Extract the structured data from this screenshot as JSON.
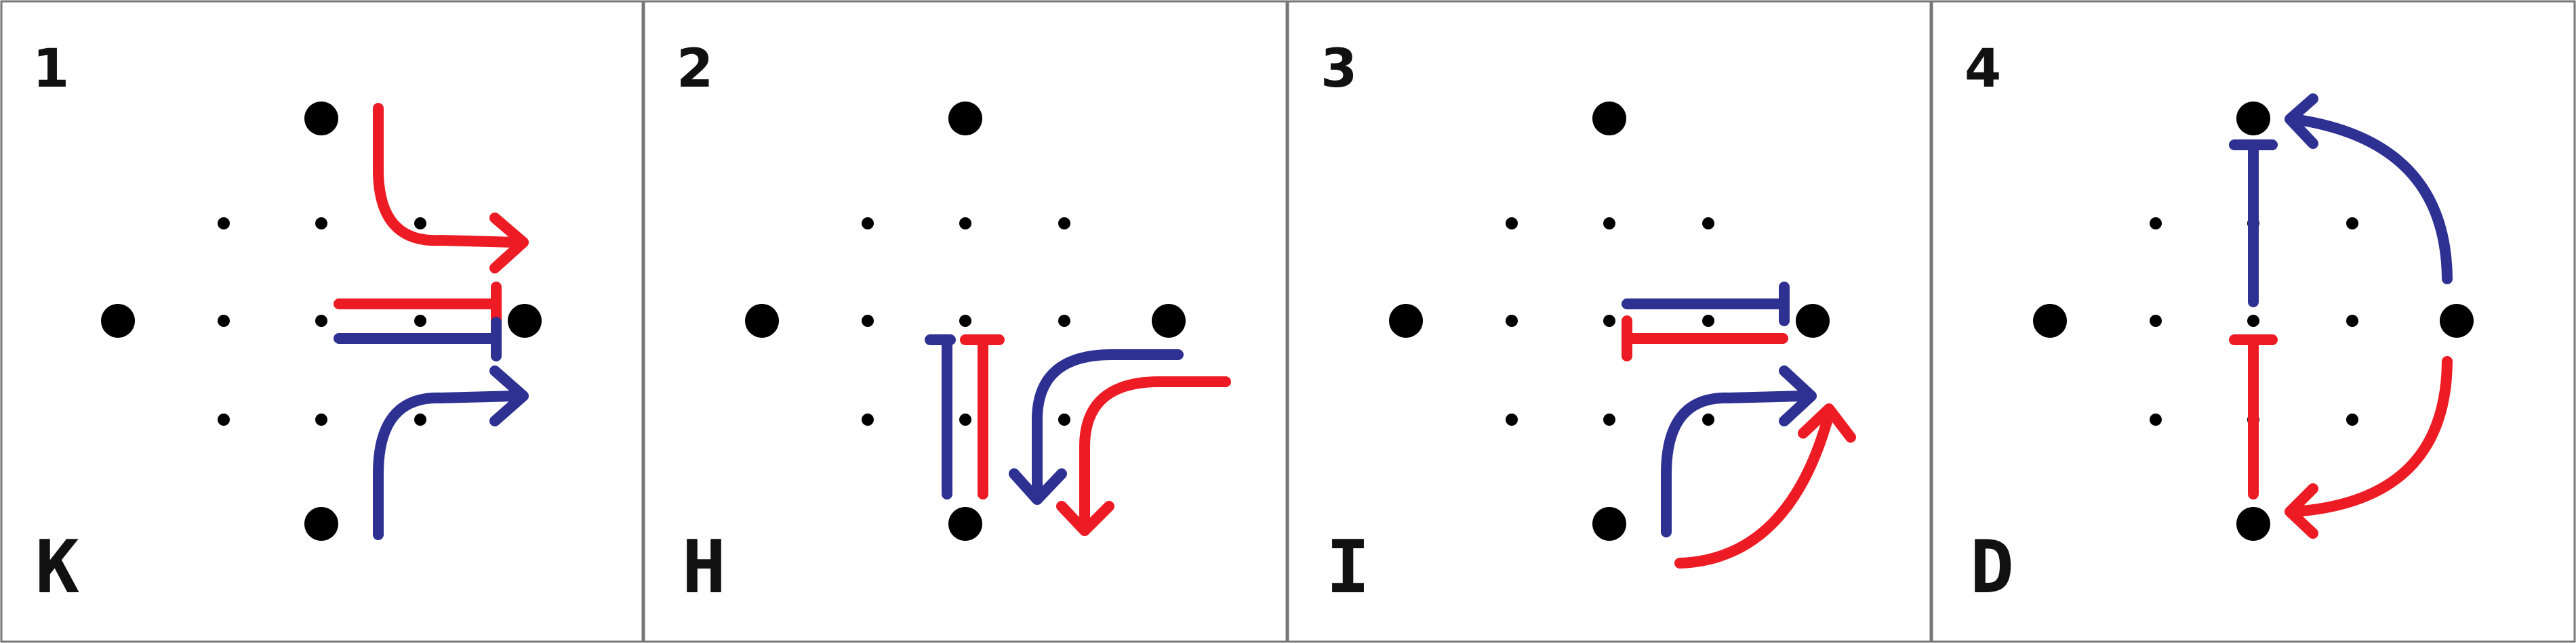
{
  "colors": {
    "red": "#ED1C24",
    "blue": "#2E3192",
    "dot": "#000000",
    "border": "#777777"
  },
  "panels": [
    {
      "number": "1",
      "letter": "K"
    },
    {
      "number": "2",
      "letter": "H"
    },
    {
      "number": "3",
      "letter": "I"
    },
    {
      "number": "4",
      "letter": "D"
    }
  ]
}
